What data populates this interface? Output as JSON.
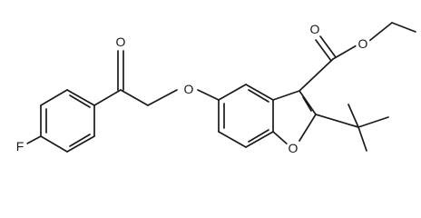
{
  "molecule": {
    "atoms": {
      "fluorine": "F",
      "ketone_oxygen": "O",
      "ether_oxygen": "O",
      "carbonyl_oxygen": "O",
      "ester_oxygen": "O",
      "furan_oxygen": "O"
    },
    "bond_color": "#1a1a1a",
    "background_color": "#ffffff"
  }
}
